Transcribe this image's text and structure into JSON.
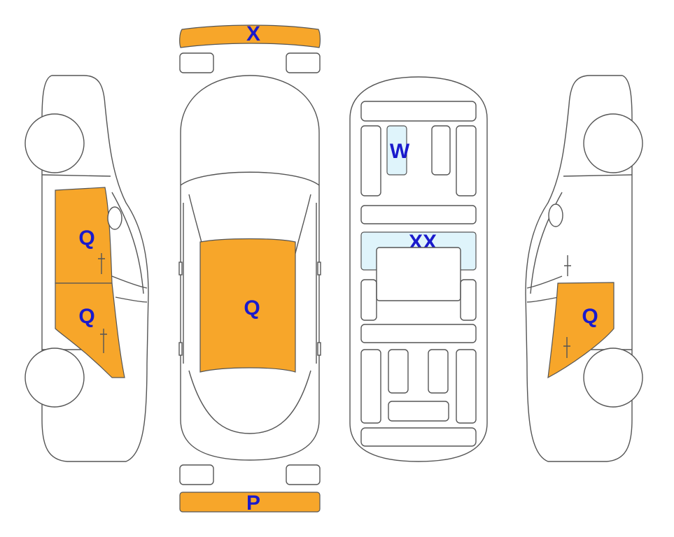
{
  "colors": {
    "damage_fill": "#f7a62a",
    "highlight_fill": "#dff4fb",
    "outline": "#555555",
    "label_color": "#1a1acc"
  },
  "markers": {
    "front_bumper": "X",
    "rear_bumper": "P",
    "left_front_door": "Q",
    "left_rear_door": "Q",
    "hood_roof": "Q",
    "right_rear_door": "Q",
    "interior_seat_front": "W",
    "interior_center": "XX"
  }
}
